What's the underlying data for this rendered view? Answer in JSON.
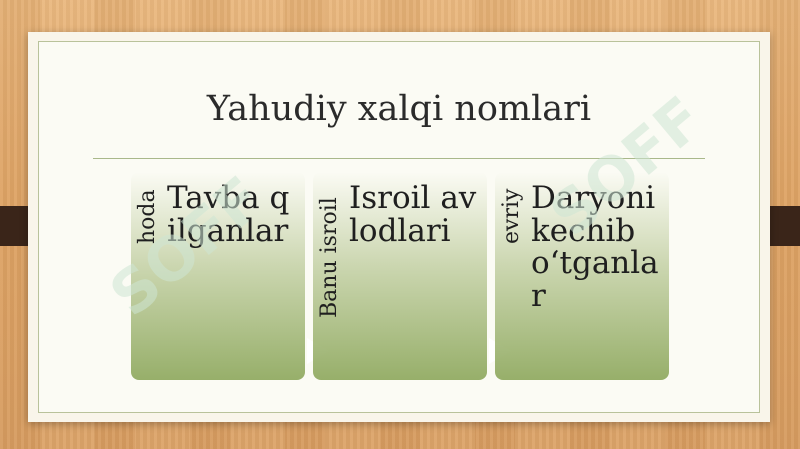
{
  "slide": {
    "title": "Yahudiy xalqi nomlari",
    "watermark_text": "SOFF",
    "panels": [
      {
        "side_label": "hoda",
        "text": "Tavba qilganlar"
      },
      {
        "side_label": "Banu isroil",
        "text": "Isroil avlodlari"
      },
      {
        "side_label": "evriy",
        "text": "Daryoni kechib o‘tganlar"
      }
    ]
  },
  "colors": {
    "background_wood": "#e3a868",
    "tab": "#3a2519",
    "panel_green": "#97af6a",
    "title_text": "#2b2b2b"
  }
}
